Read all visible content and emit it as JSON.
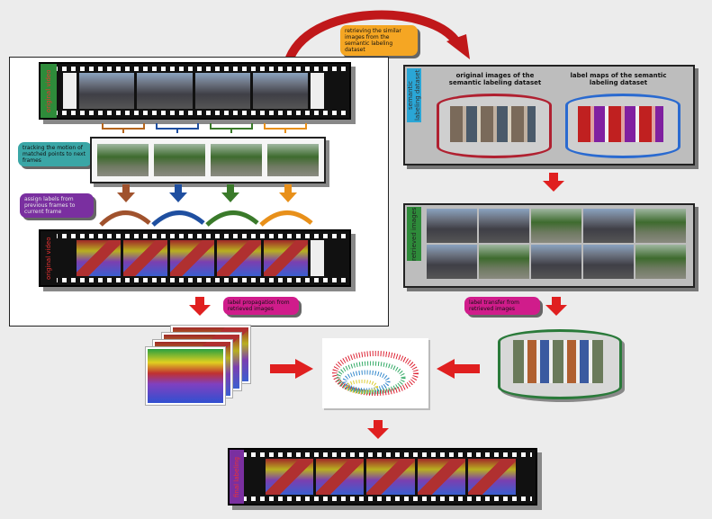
{
  "top_arc_label": "retrieving the similar images from the semantic labeling dataset",
  "left_panel": {
    "film1_label": "original video",
    "tracking_label": "tracking the motion of matched points to next frames",
    "assign_label": "assign labels from previous frames to current frame",
    "film2_label": "original video"
  },
  "right_panel": {
    "dataset_label": "semantic labeling dataset",
    "orig_caption": "original images of the semantic labeling dataset",
    "label_caption": "label maps of the semantic labeling dataset",
    "retrieved_label": "retrieved images",
    "label_transfer": "label transfer from retrieved images"
  },
  "mid_callout": "label propagation from retrieved images",
  "final_label": "final labeling",
  "colors": {
    "red": "#e02020",
    "yellow_callout": "#f5a623",
    "teal": "#3aa6a6",
    "purple": "#7a2fa0",
    "magenta": "#d01c8b"
  }
}
